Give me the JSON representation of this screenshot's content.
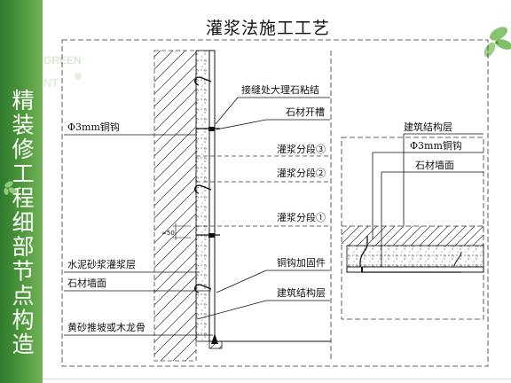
{
  "slide": {
    "title": "灌浆法施工工艺",
    "side_title": "精装修工程细部节点构造",
    "watermark_text": "GREEN"
  },
  "diagram": {
    "left_labels": {
      "hook": "Φ3mm铜钩",
      "grout_layer": "水泥砂浆灌浆层",
      "stone_face": "石材墙面",
      "base": "黄砂推坡或木龙骨"
    },
    "right_labels": {
      "joint_bond": "接缝处大理石粘结",
      "stone_groove": "石材开槽",
      "grout_3": "灌浆分段③",
      "grout_2": "灌浆分段②",
      "grout_1": "灌浆分段①",
      "copper_hook_fix": "铜钩加固件",
      "structure": "建筑结构层"
    },
    "detail_labels": {
      "structure": "建筑结构层",
      "hook": "Φ3mm铜钩",
      "stone_face": "石材墙面"
    }
  },
  "colors": {
    "sidebar_green": "#3e8a34",
    "leaf_green": "#7fbf6a"
  }
}
